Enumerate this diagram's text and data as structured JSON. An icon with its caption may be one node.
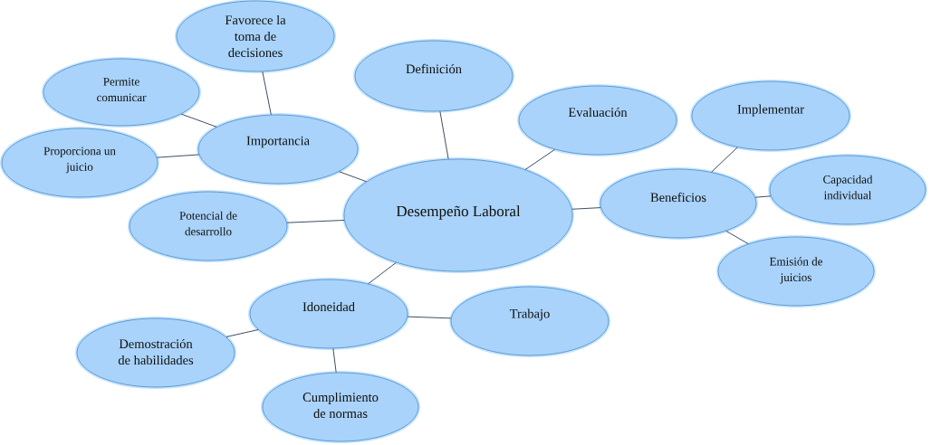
{
  "diagram": {
    "nodes": [
      {
        "text": [
          "Favorece la toma de decisiones"
        ]
      },
      {
        "text": [
          "Permite comunicar"
        ]
      },
      {
        "text": [
          "Definición"
        ]
      },
      {
        "text": [
          "Evaluación"
        ]
      },
      {
        "text": [
          "Implementar"
        ]
      },
      {
        "text": [
          "Importancia"
        ]
      },
      {
        "text": [
          "Proporciona un juicio"
        ]
      },
      {
        "text": [
          "Desempeño Laboral"
        ]
      },
      {
        "text": [
          "Beneficios"
        ]
      },
      {
        "text": [
          "Capacidad individual"
        ]
      },
      {
        "text": [
          "Potencial de desarrollo"
        ]
      },
      {
        "text": [
          "Emisión de juicios"
        ]
      },
      {
        "text": [
          "Idoneidad"
        ]
      },
      {
        "text": [
          "Trabajo"
        ]
      },
      {
        "text": [
          "Demostración de habilidades"
        ]
      },
      {
        "text": [
          "Cumplimiento de normas"
        ]
      }
    ],
    "edges": [
      {
        "from": 5,
        "to": 0,
        "arrow": "none"
      },
      {
        "from": 5,
        "to": 1,
        "arrow": "none"
      },
      {
        "from": 5,
        "to": 6,
        "arrow": "none"
      },
      {
        "from": 7,
        "to": 5,
        "arrow": "none"
      },
      {
        "from": 7,
        "to": 2,
        "arrow": "none"
      },
      {
        "from": 7,
        "to": 3,
        "arrow": "none"
      },
      {
        "from": 7,
        "to": 8,
        "arrow": "none"
      },
      {
        "from": 7,
        "to": 10,
        "arrow": "none"
      },
      {
        "from": 7,
        "to": 12,
        "arrow": "none"
      },
      {
        "from": 8,
        "to": 4,
        "arrow": "none"
      },
      {
        "from": 8,
        "to": 9,
        "arrow": "none"
      },
      {
        "from": 8,
        "to": 11,
        "arrow": "none"
      },
      {
        "from": 12,
        "to": 13,
        "arrow": "none"
      },
      {
        "from": 12,
        "to": 14,
        "arrow": "none"
      },
      {
        "from": 12,
        "to": 15,
        "arrow": "none"
      }
    ]
  }
}
